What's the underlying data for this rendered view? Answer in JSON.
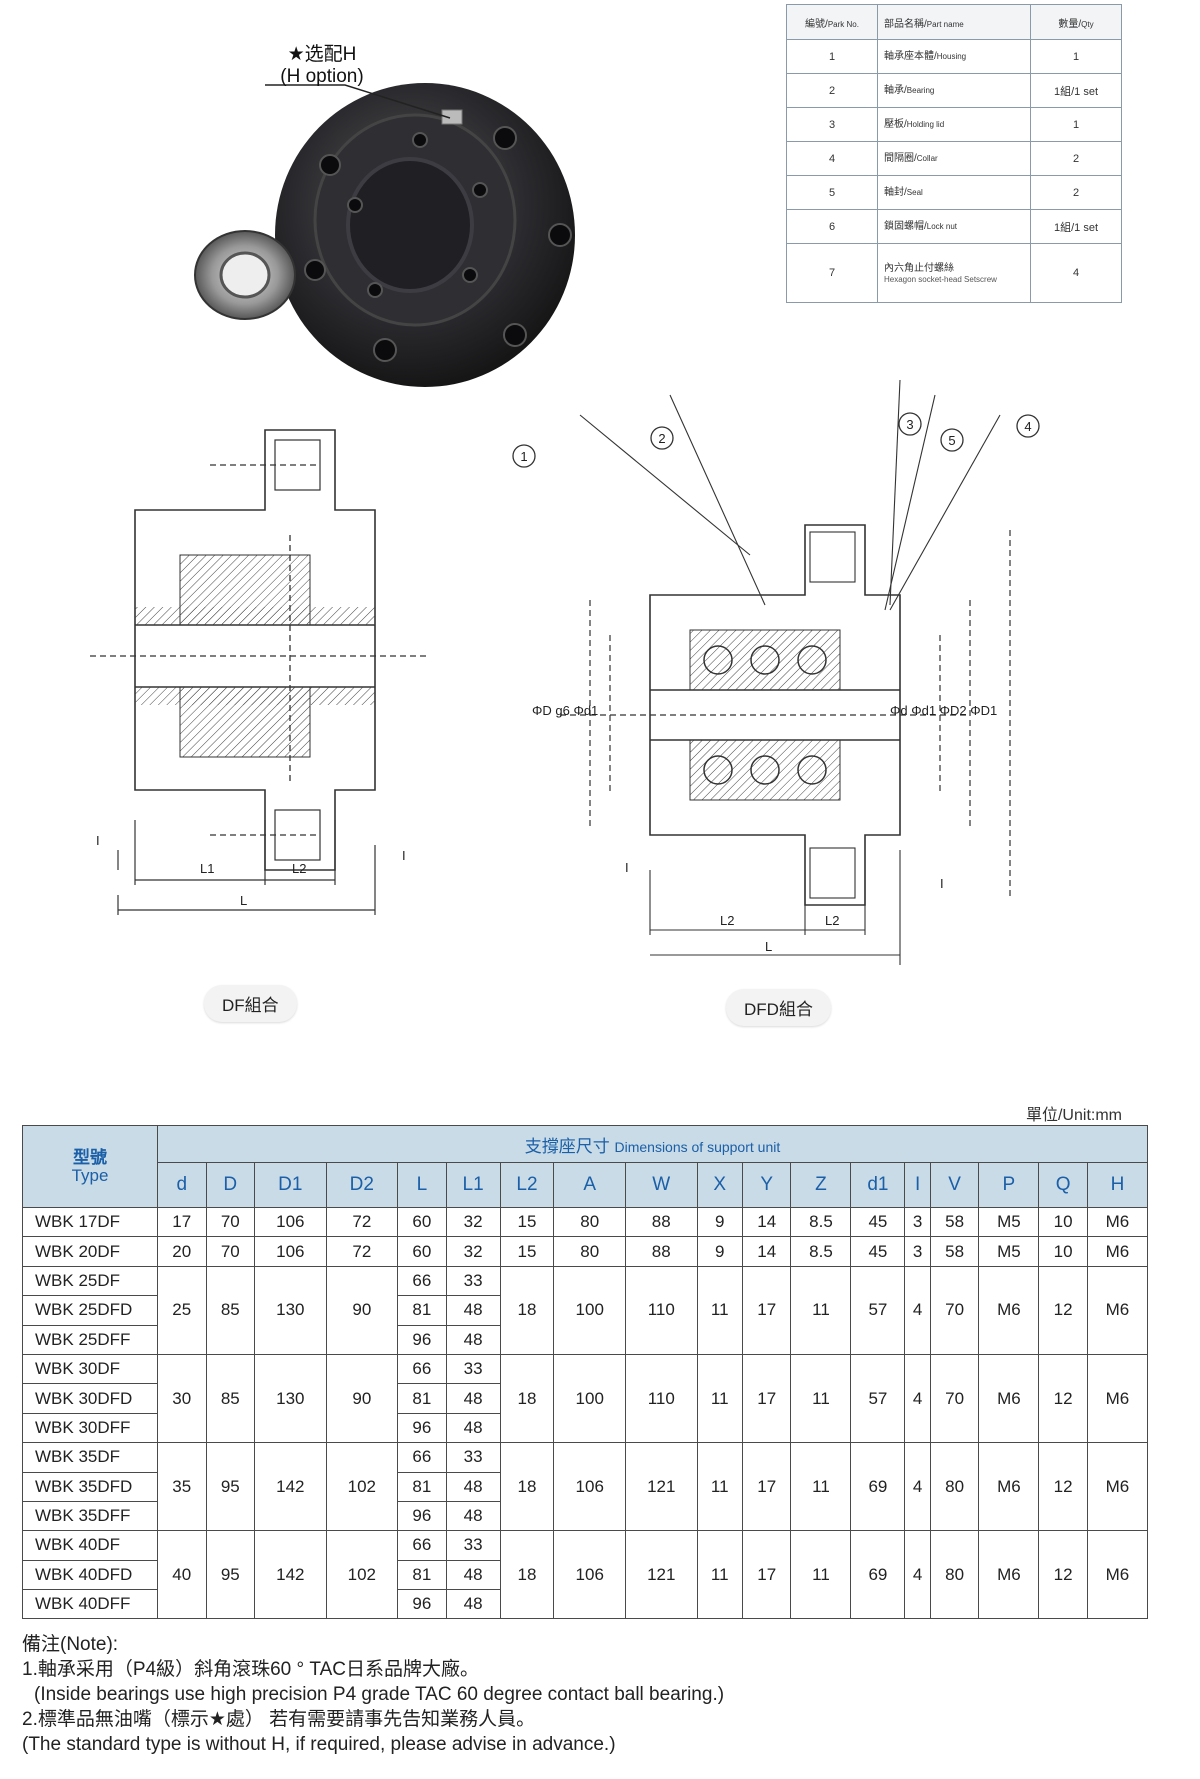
{
  "photo": {
    "option_label": "★选配H",
    "option_label_en": "(H option)"
  },
  "parts_table": {
    "headers": [
      {
        "zh": "編號",
        "en": "Park No."
      },
      {
        "zh": "部品名稱",
        "en": "Part name"
      },
      {
        "zh": "數量",
        "en": "Qty"
      }
    ],
    "rows": [
      {
        "no": "1",
        "zh": "軸承座本體",
        "en": "Housing",
        "qty": "1"
      },
      {
        "no": "2",
        "zh": "軸承",
        "en": "Bearing",
        "qty": "1組/1 set"
      },
      {
        "no": "3",
        "zh": "壓板",
        "en": "Holding lid",
        "qty": "1"
      },
      {
        "no": "4",
        "zh": "間隔圈",
        "en": "Collar",
        "qty": "2"
      },
      {
        "no": "5",
        "zh": "軸封",
        "en": "Seal",
        "qty": "2"
      },
      {
        "no": "6",
        "zh": "鎖固螺帽",
        "en": "Lock nut",
        "qty": "1組/1 set"
      },
      {
        "no": "7",
        "zh": "內六角止付螺絲",
        "en": "Hexagon socket-head Setscrew",
        "qty": "4"
      }
    ]
  },
  "drawings": {
    "df_caption": "DF組合",
    "dfd_caption": "DFD組合",
    "df_labels": {
      "L1": "L1",
      "L2": "L2",
      "L": "L",
      "I": "I"
    },
    "dfd_labels": {
      "left": "ΦD g6  Φd1",
      "right": "Φd Φd1  ΦD2 ΦD1",
      "L2": "L2",
      "L2b": "L2",
      "L": "L",
      "I": "I",
      "callouts": [
        "1",
        "2",
        "3",
        "4",
        "5"
      ]
    }
  },
  "dimensions": {
    "unit": "單位/Unit:mm",
    "type_zh": "型號",
    "type_en": "Type",
    "title_zh": "支撐座尺寸",
    "title_en": "Dimensions of support unit",
    "columns": [
      "d",
      "D",
      "D1",
      "D2",
      "L",
      "L1",
      "L2",
      "A",
      "W",
      "X",
      "Y",
      "Z",
      "d1",
      "I",
      "V",
      "P",
      "Q",
      "H"
    ],
    "groups": [
      {
        "models": [
          "WBK 17DF"
        ],
        "L": [
          "60"
        ],
        "L1": [
          "32"
        ],
        "common": {
          "d": "17",
          "D": "70",
          "D1": "106",
          "D2": "72",
          "L2": "15",
          "A": "80",
          "W": "88",
          "X": "9",
          "Y": "14",
          "Z": "8.5",
          "d1": "45",
          "I": "3",
          "V": "58",
          "P": "M5",
          "Q": "10",
          "H": "M6"
        }
      },
      {
        "models": [
          "WBK 20DF"
        ],
        "L": [
          "60"
        ],
        "L1": [
          "32"
        ],
        "common": {
          "d": "20",
          "D": "70",
          "D1": "106",
          "D2": "72",
          "L2": "15",
          "A": "80",
          "W": "88",
          "X": "9",
          "Y": "14",
          "Z": "8.5",
          "d1": "45",
          "I": "3",
          "V": "58",
          "P": "M5",
          "Q": "10",
          "H": "M6"
        }
      },
      {
        "models": [
          "WBK 25DF",
          "WBK 25DFD",
          "WBK 25DFF"
        ],
        "L": [
          "66",
          "81",
          "96"
        ],
        "L1": [
          "33",
          "48",
          "48"
        ],
        "common": {
          "d": "25",
          "D": "85",
          "D1": "130",
          "D2": "90",
          "L2": "18",
          "A": "100",
          "W": "110",
          "X": "11",
          "Y": "17",
          "Z": "11",
          "d1": "57",
          "I": "4",
          "V": "70",
          "P": "M6",
          "Q": "12",
          "H": "M6"
        }
      },
      {
        "models": [
          "WBK 30DF",
          "WBK 30DFD",
          "WBK 30DFF"
        ],
        "L": [
          "66",
          "81",
          "96"
        ],
        "L1": [
          "33",
          "48",
          "48"
        ],
        "common": {
          "d": "30",
          "D": "85",
          "D1": "130",
          "D2": "90",
          "L2": "18",
          "A": "100",
          "W": "110",
          "X": "11",
          "Y": "17",
          "Z": "11",
          "d1": "57",
          "I": "4",
          "V": "70",
          "P": "M6",
          "Q": "12",
          "H": "M6"
        }
      },
      {
        "models": [
          "WBK 35DF",
          "WBK 35DFD",
          "WBK 35DFF"
        ],
        "L": [
          "66",
          "81",
          "96"
        ],
        "L1": [
          "33",
          "48",
          "48"
        ],
        "common": {
          "d": "35",
          "D": "95",
          "D1": "142",
          "D2": "102",
          "L2": "18",
          "A": "106",
          "W": "121",
          "X": "11",
          "Y": "17",
          "Z": "11",
          "d1": "69",
          "I": "4",
          "V": "80",
          "P": "M6",
          "Q": "12",
          "H": "M6"
        }
      },
      {
        "models": [
          "WBK 40DF",
          "WBK 40DFD",
          "WBK 40DFF"
        ],
        "L": [
          "66",
          "81",
          "96"
        ],
        "L1": [
          "33",
          "48",
          "48"
        ],
        "common": {
          "d": "40",
          "D": "95",
          "D1": "142",
          "D2": "102",
          "L2": "18",
          "A": "106",
          "W": "121",
          "X": "11",
          "Y": "17",
          "Z": "11",
          "d1": "69",
          "I": "4",
          "V": "80",
          "P": "M6",
          "Q": "12",
          "H": "M6"
        }
      }
    ]
  },
  "notes": {
    "title": "備注(Note):",
    "lines": [
      "1.軸承采用（P4級）斜角滾珠60 ° TAC日系品牌大廠。",
      "(Inside bearings use high precision P4 grade TAC 60 degree contact ball bearing.)",
      "2.標準品無油嘴（標示★處） 若有需要請事先告知業務人員。",
      "(The standard type is without H, if required, please advise in advance.)"
    ]
  },
  "colors": {
    "header_bg": "#c9dbe6",
    "header_text": "#1b5fa8",
    "border": "#4a4a4a"
  }
}
